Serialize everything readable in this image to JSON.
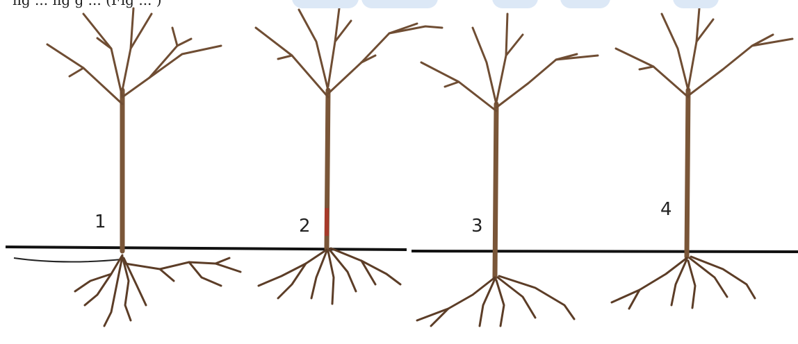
{
  "header_text": "ng ... ng g ... (Fig ... )",
  "figure": {
    "labels": [
      "1",
      "2",
      "3",
      "4"
    ]
  },
  "colors": {
    "trunk": "#7a5638",
    "roots": "#5c3d27",
    "ground_line": "#111111",
    "highlight_bubble": "#dce8f6"
  }
}
